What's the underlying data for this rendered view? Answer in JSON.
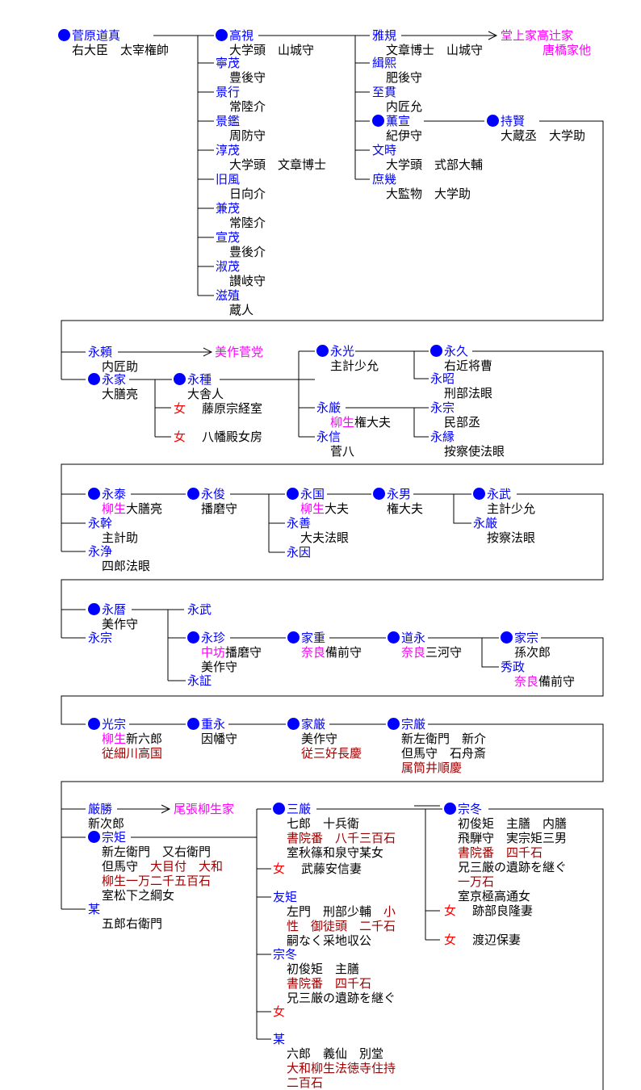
{
  "colors": {
    "k": "#000000",
    "b": "#0000ff",
    "m": "#ff00ff",
    "d": "#a00000",
    "r": "#ff0000"
  },
  "external": [
    "堂上家高辻家",
    "唐橋家他",
    "美作菅党",
    "尾張柳生家"
  ],
  "nodes": [
    {
      "name": "菅原道真",
      "dot": true,
      "details": [
        [
          [
            "右大臣　太宰権帥",
            "k"
          ]
        ]
      ]
    },
    {
      "name": "高視",
      "dot": true,
      "details": [
        [
          [
            "大学頭　山城守",
            "k"
          ]
        ]
      ]
    },
    {
      "name": "寧茂",
      "details": [
        [
          [
            "豊後守",
            "k"
          ]
        ]
      ]
    },
    {
      "name": "景行",
      "details": [
        [
          [
            "常陸介",
            "k"
          ]
        ]
      ]
    },
    {
      "name": "景鑑",
      "details": [
        [
          [
            "周防守",
            "k"
          ]
        ]
      ]
    },
    {
      "name": "淳茂",
      "details": [
        [
          [
            "大学頭　文章博士",
            "k"
          ]
        ]
      ]
    },
    {
      "name": "旧風",
      "details": [
        [
          [
            "日向介",
            "k"
          ]
        ]
      ]
    },
    {
      "name": "兼茂",
      "details": [
        [
          [
            "常陸介",
            "k"
          ]
        ]
      ]
    },
    {
      "name": "宣茂",
      "details": [
        [
          [
            "豊後介",
            "k"
          ]
        ]
      ]
    },
    {
      "name": "淑茂",
      "details": [
        [
          [
            "讃岐守",
            "k"
          ]
        ]
      ]
    },
    {
      "name": "滋殖",
      "details": [
        [
          [
            "蔵人",
            "k"
          ]
        ]
      ]
    },
    {
      "name": "雅規",
      "details": [
        [
          [
            "文章博士　山城守",
            "k"
          ]
        ]
      ]
    },
    {
      "name": "緝熙",
      "details": [
        [
          [
            "肥後守",
            "k"
          ]
        ]
      ]
    },
    {
      "name": "至貫",
      "details": [
        [
          [
            "内匠允",
            "k"
          ]
        ]
      ]
    },
    {
      "name": "薫宣",
      "dot": true,
      "details": [
        [
          [
            "紀伊守",
            "k"
          ]
        ]
      ]
    },
    {
      "name": "文時",
      "details": [
        [
          [
            "大学頭　式部大輔",
            "k"
          ]
        ]
      ]
    },
    {
      "name": "庶幾",
      "details": [
        [
          [
            "大監物　大学助",
            "k"
          ]
        ]
      ]
    },
    {
      "name": "持賢",
      "dot": true,
      "details": [
        [
          [
            "大蔵丞　大学助",
            "k"
          ]
        ]
      ]
    },
    {
      "name": "永頼",
      "details": [
        [
          [
            "内匠助",
            "k"
          ]
        ]
      ]
    },
    {
      "name": "永家",
      "dot": true,
      "details": [
        [
          [
            "大膳亮",
            "k"
          ]
        ]
      ]
    },
    {
      "name": "永種",
      "dot": true,
      "details": [
        [
          [
            "大舎人",
            "k"
          ]
        ]
      ]
    },
    {
      "name": "女",
      "female": true,
      "inline": "藤原宗経室",
      "details": []
    },
    {
      "name": "女",
      "female": true,
      "inline": "八幡殿女房",
      "details": []
    },
    {
      "name": "永光",
      "dot": true,
      "details": [
        [
          [
            "主計少允",
            "k"
          ]
        ]
      ]
    },
    {
      "name": "永厳",
      "details": [
        [
          [
            "柳生",
            "m"
          ],
          [
            "権大夫",
            "k"
          ]
        ]
      ]
    },
    {
      "name": "永信",
      "details": [
        [
          [
            "菅八",
            "k"
          ]
        ]
      ]
    },
    {
      "name": "永久",
      "dot": true,
      "details": [
        [
          [
            "右近将曹",
            "k"
          ]
        ]
      ]
    },
    {
      "name": "永昭",
      "details": [
        [
          [
            "刑部法眼",
            "k"
          ]
        ]
      ]
    },
    {
      "name": "永宗",
      "details": [
        [
          [
            "民部丞",
            "k"
          ]
        ]
      ]
    },
    {
      "name": "永縁",
      "details": [
        [
          [
            "按察使法眼",
            "k"
          ]
        ]
      ]
    },
    {
      "name": "永泰",
      "dot": true,
      "details": [
        [
          [
            "柳生",
            "m"
          ],
          [
            "大膳亮",
            "k"
          ]
        ]
      ]
    },
    {
      "name": "永幹",
      "details": [
        [
          [
            "主計助",
            "k"
          ]
        ]
      ]
    },
    {
      "name": "永浄",
      "details": [
        [
          [
            "四郎法眼",
            "k"
          ]
        ]
      ]
    },
    {
      "name": "永俊",
      "dot": true,
      "details": [
        [
          [
            "播磨守",
            "k"
          ]
        ]
      ]
    },
    {
      "name": "永国",
      "dot": true,
      "details": [
        [
          [
            "柳生",
            "m"
          ],
          [
            "大夫",
            "k"
          ]
        ]
      ]
    },
    {
      "name": "永善",
      "details": [
        [
          [
            "大夫法眼",
            "k"
          ]
        ]
      ]
    },
    {
      "name": "永因",
      "details": []
    },
    {
      "name": "永男",
      "dot": true,
      "details": [
        [
          [
            "権大夫",
            "k"
          ]
        ]
      ]
    },
    {
      "name": "永武",
      "dot": true,
      "details": [
        [
          [
            "主計少允",
            "k"
          ]
        ]
      ]
    },
    {
      "name": "永厳",
      "details": [
        [
          [
            "按察法眼",
            "k"
          ]
        ]
      ]
    },
    {
      "name": "永暦",
      "dot": true,
      "details": [
        [
          [
            "美作守",
            "k"
          ]
        ]
      ]
    },
    {
      "name": "永宗",
      "details": []
    },
    {
      "name": "永武",
      "details": []
    },
    {
      "name": "永珍",
      "dot": true,
      "details": [
        [
          [
            "中坊",
            "m"
          ],
          [
            "播磨守",
            "k"
          ]
        ],
        [
          [
            "美作守",
            "k"
          ]
        ]
      ]
    },
    {
      "name": "永証",
      "details": []
    },
    {
      "name": "家重",
      "dot": true,
      "details": [
        [
          [
            "奈良",
            "m"
          ],
          [
            "備前守",
            "k"
          ]
        ]
      ]
    },
    {
      "name": "道永",
      "dot": true,
      "details": [
        [
          [
            "奈良",
            "m"
          ],
          [
            "三河守",
            "k"
          ]
        ]
      ]
    },
    {
      "name": "家宗",
      "dot": true,
      "details": [
        [
          [
            "孫次郎",
            "k"
          ]
        ]
      ]
    },
    {
      "name": "秀政",
      "details": [
        [
          [
            "奈良",
            "m"
          ],
          [
            "備前守",
            "k"
          ]
        ]
      ]
    },
    {
      "name": "光宗",
      "dot": true,
      "details": [
        [
          [
            "柳生",
            "m"
          ],
          [
            "新六郎",
            "k"
          ]
        ],
        [
          [
            "従細川高国",
            "d"
          ]
        ]
      ]
    },
    {
      "name": "重永",
      "dot": true,
      "details": [
        [
          [
            "因幡守",
            "k"
          ]
        ]
      ]
    },
    {
      "name": "家厳",
      "dot": true,
      "details": [
        [
          [
            "美作守",
            "k"
          ]
        ],
        [
          [
            "従三好長慶",
            "d"
          ]
        ]
      ]
    },
    {
      "name": "宗厳",
      "dot": true,
      "details": [
        [
          [
            "新左衛門　新介",
            "k"
          ]
        ],
        [
          [
            "但馬守　石舟斎",
            "k"
          ]
        ],
        [
          [
            "属筒井順慶",
            "d"
          ]
        ]
      ]
    },
    {
      "name": "厳勝",
      "flat": true,
      "details": [
        [
          [
            "新次郎",
            "k"
          ]
        ]
      ]
    },
    {
      "name": "宗矩",
      "dot": true,
      "details": [
        [
          [
            "新左衛門　又右衛門",
            "k"
          ]
        ],
        [
          [
            "但馬守　",
            "k"
          ],
          [
            "大目付　大和",
            "d"
          ]
        ],
        [
          [
            "柳生一万二千五百石",
            "d"
          ]
        ],
        [
          [
            "室松下之綱女",
            "k"
          ]
        ]
      ]
    },
    {
      "name": "某",
      "details": [
        [
          [
            "五郎右衛門",
            "k"
          ]
        ]
      ]
    },
    {
      "name": "三厳",
      "dot": true,
      "details": [
        [
          [
            "七郎　十兵衛",
            "k"
          ]
        ],
        [
          [
            "書院番　八千三百石",
            "d"
          ]
        ],
        [
          [
            "室秋篠和泉守某女",
            "k"
          ]
        ]
      ]
    },
    {
      "name": "女",
      "female": true,
      "inline": "武藤安信妻",
      "details": []
    },
    {
      "name": "友矩",
      "details": [
        [
          [
            "左門　刑部少輔　",
            "k"
          ],
          [
            "小",
            "d"
          ]
        ],
        [
          [
            "性　御徒頭　二千石",
            "d"
          ]
        ],
        [
          [
            "嗣なく采地収公",
            "k"
          ]
        ]
      ]
    },
    {
      "name": "宗冬",
      "details": [
        [
          [
            "初俊矩　主膳",
            "k"
          ]
        ],
        [
          [
            "書院番　四千石",
            "d"
          ]
        ],
        [
          [
            "兄三厳の遺跡を継ぐ",
            "k"
          ]
        ]
      ]
    },
    {
      "name": "女",
      "female": true,
      "details": []
    },
    {
      "name": "某",
      "details": [
        [
          [
            "六郎　義仙　別堂",
            "k"
          ]
        ],
        [
          [
            "大和柳生法徳寺住持",
            "d"
          ]
        ],
        [
          [
            "二百石",
            "d"
          ]
        ]
      ]
    },
    {
      "name": "宗冬",
      "dot": true,
      "details": [
        [
          [
            "初俊矩　主膳　内膳",
            "k"
          ]
        ],
        [
          [
            "飛騨守　実宗矩三男",
            "k"
          ]
        ],
        [
          [
            "書院番　四千石",
            "d"
          ]
        ],
        [
          [
            "兄三厳の遺跡を継ぐ",
            "k"
          ]
        ],
        [
          [
            "一万石",
            "d"
          ]
        ],
        [
          [
            "室京極高通女",
            "k"
          ]
        ]
      ]
    },
    {
      "name": "女",
      "female": true,
      "inline": "跡部良隆妻",
      "details": []
    },
    {
      "name": "女",
      "female": true,
      "inline": "渡辺保妻",
      "details": []
    }
  ]
}
